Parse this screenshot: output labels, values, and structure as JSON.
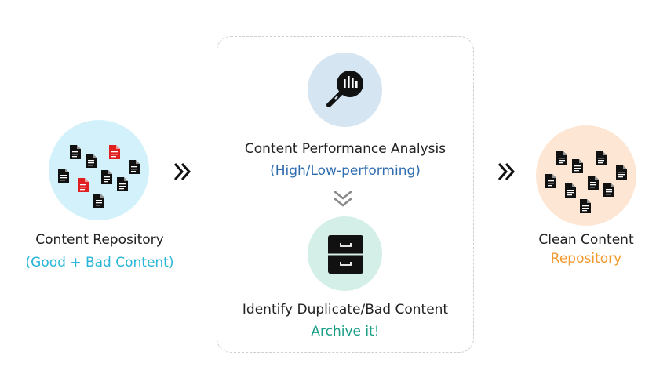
{
  "left": {
    "title": "Content Repository",
    "subtitle": "(Good + Bad Content)",
    "subtitle_color": "#29b6d9",
    "circle_color": "#d3f1fa",
    "icon": "document-cluster-icon"
  },
  "middle": {
    "step1": {
      "title": "Content Performance Analysis",
      "subtitle": "(High/Low-performing)",
      "subtitle_color": "#2f6db0",
      "circle_color": "#d6e5f2",
      "icon": "magnifier-chart-icon"
    },
    "step2": {
      "title": "Identify Duplicate/Bad Content",
      "subtitle": "Archive it!",
      "subtitle_color": "#1a9e86",
      "circle_color": "#d4efe8",
      "icon": "filing-cabinet-icon"
    },
    "connector_icon": "double-chevron-down-icon"
  },
  "right": {
    "title": "Clean Content",
    "subtitle": "Repository",
    "subtitle_color": "#f29a2e",
    "circle_color": "#fde6d3",
    "icon": "document-cluster-icon"
  },
  "arrows": {
    "icon": "double-chevron-right-icon"
  }
}
